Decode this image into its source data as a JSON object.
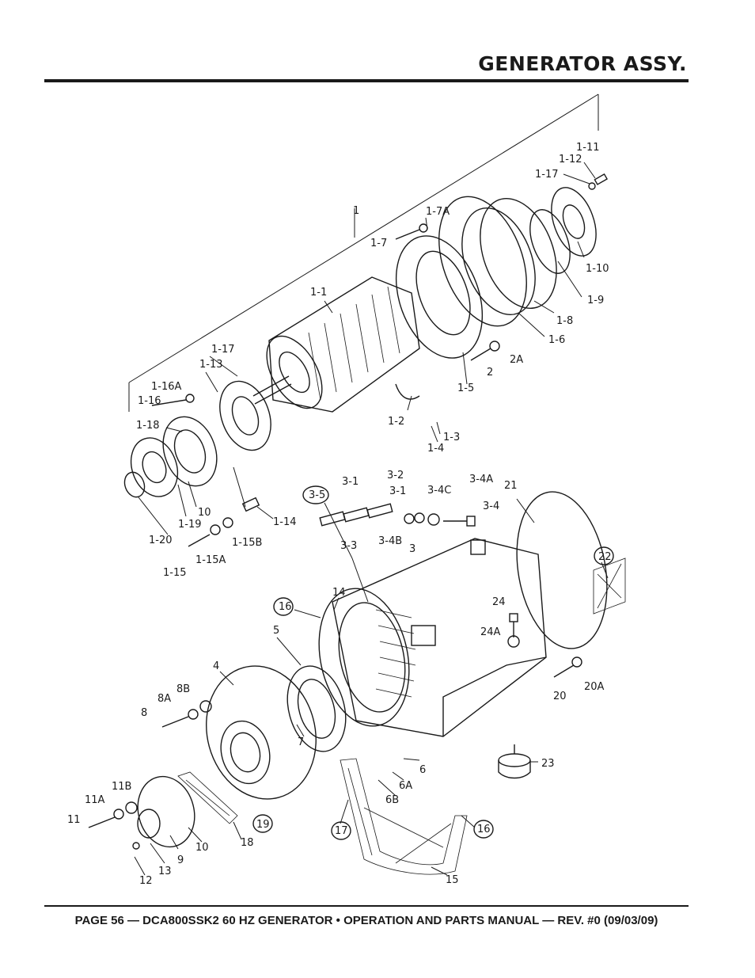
{
  "header": {
    "title": "GENERATOR ASSY."
  },
  "footer": {
    "text": "PAGE 56 — DCA800SSK2 60 HZ GENERATOR • OPERATION AND PARTS MANUAL — REV. #0 (09/03/09)"
  },
  "diagram": {
    "labels": [
      "1-11",
      "1-12",
      "1-17",
      "1-7A",
      "1-7",
      "1",
      "1-10",
      "1-9",
      "1-8",
      "1-6",
      "1-1",
      "2A",
      "2",
      "1-5",
      "1-17",
      "1-13",
      "1-16A",
      "1-16",
      "1-18",
      "1-2",
      "1-3",
      "1-4",
      "1-19",
      "10",
      "1-20",
      "1-14",
      "1-15B",
      "1-15A",
      "1-15",
      "3-5",
      "3-1",
      "3-2",
      "3-1",
      "3-4A",
      "3-4C",
      "3-4",
      "21",
      "3-3",
      "3-4B",
      "3",
      "22",
      "16",
      "14",
      "24",
      "24A",
      "5",
      "4",
      "20A",
      "20",
      "8B",
      "8A",
      "8",
      "7",
      "6",
      "23",
      "6A",
      "6B",
      "11B",
      "11A",
      "11",
      "10",
      "9",
      "13",
      "12",
      "18",
      "19",
      "17",
      "16",
      "15"
    ]
  }
}
